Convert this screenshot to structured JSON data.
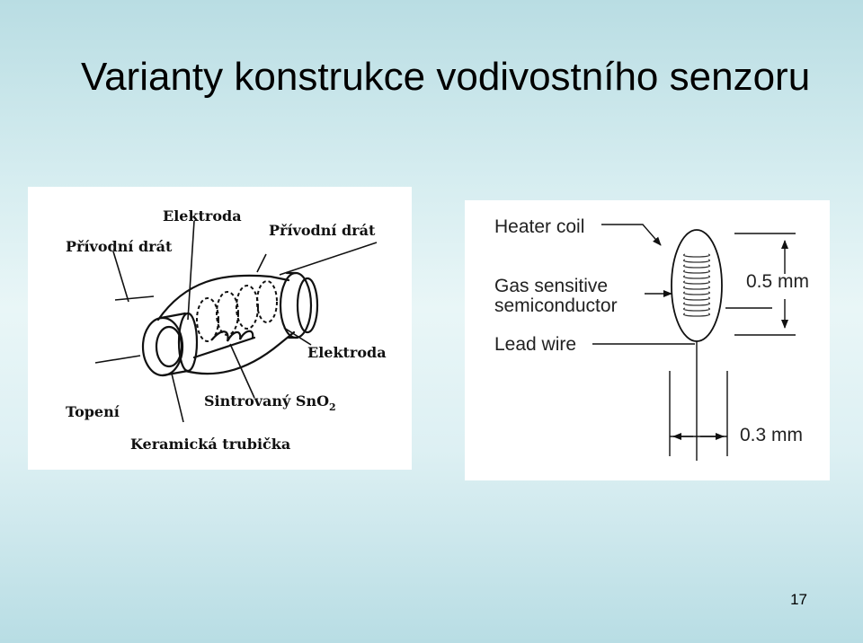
{
  "slide": {
    "title": "Varianty konstrukce vodivostního senzoru",
    "page_number": "17"
  },
  "left_diagram": {
    "labels": {
      "elektroda_top": "Elektroda",
      "privodni_drat_left": "Přívodní drát",
      "privodni_drat_right": "Přívodní drát",
      "elektroda_right": "Elektroda",
      "topeni": "Topení",
      "sintrovany": "Sintrovaný SnO",
      "sintrovany_sub": "2",
      "keramicka": "Keramická trubička"
    }
  },
  "right_diagram": {
    "labels": {
      "heater_coil": "Heater coil",
      "gas_sensitive_1": "Gas sensitive",
      "gas_sensitive_2": "semiconductor",
      "lead_wire": "Lead wire",
      "dim_height": "0.5 mm",
      "dim_width": "0.3 mm"
    }
  }
}
